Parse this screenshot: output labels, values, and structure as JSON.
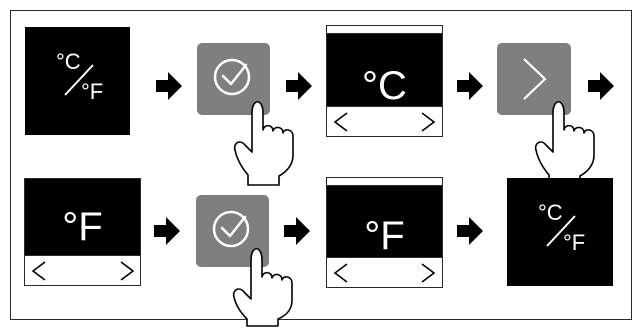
{
  "steps": {
    "s1": {
      "top": "°C",
      "bottom": "°F"
    },
    "s3": {
      "unit": "°C"
    },
    "s5": {
      "unit": "°F"
    },
    "s7": {
      "unit": "°F"
    },
    "s8": {
      "top": "°C",
      "bottom": "°F"
    }
  },
  "icons": {
    "confirm": "check-circle-icon",
    "next": "chevron-right-icon",
    "touch": "pointing-hand-icon",
    "arrow": "right-arrow-icon"
  }
}
